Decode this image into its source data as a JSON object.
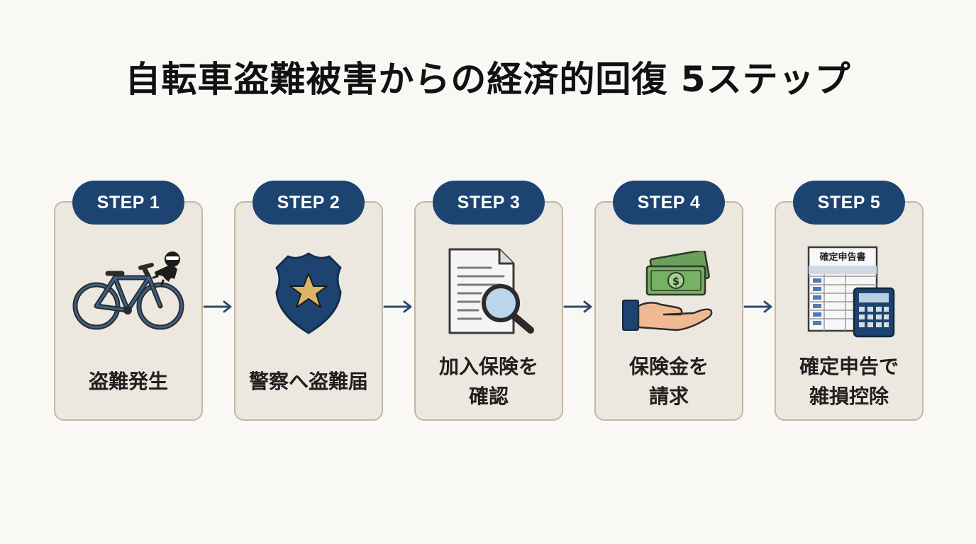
{
  "title": "自転車盗難被害からの経済的回復 5ステップ",
  "colors": {
    "navy": "#1d4470",
    "card_bg": "#ede8df",
    "card_border": "#c3b7a4",
    "arrow": "#2c4a6e"
  },
  "steps": [
    {
      "badge": "STEP 1",
      "icon": "bicycle-thief-icon",
      "label": [
        "盗難発生"
      ]
    },
    {
      "badge": "STEP 2",
      "icon": "police-badge-icon",
      "label": [
        "警察へ盗難届"
      ]
    },
    {
      "badge": "STEP 3",
      "icon": "document-magnifier-icon",
      "label": [
        "加入保険を",
        "確認"
      ]
    },
    {
      "badge": "STEP 4",
      "icon": "money-hand-icon",
      "label": [
        "保険金を",
        "請求"
      ]
    },
    {
      "badge": "STEP 5",
      "icon": "tax-form-calculator-icon",
      "label": [
        "確定申告で",
        "雑損控除"
      ],
      "form_title": "確定申告書"
    }
  ]
}
